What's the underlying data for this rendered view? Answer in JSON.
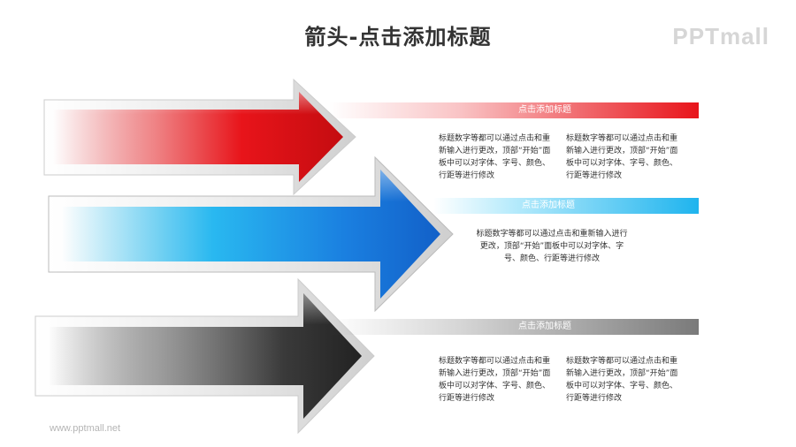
{
  "header": {
    "title": "箭头-点击添加标题",
    "logo": "PPTmall"
  },
  "footer": {
    "url": "www.pptmall.net"
  },
  "colors": {
    "red": "#e8141a",
    "blue": "#1a7fe0",
    "gray": "#333333"
  },
  "rows": [
    {
      "color_name": "red",
      "title": "点击添加标题",
      "texts": [
        "标题数字等都可以通过点击和重新输入进行更改，顶部“开始”面板中可以对字体、字号、颜色、行距等进行修改",
        "标题数字等都可以通过点击和重新输入进行更改，顶部“开始”面板中可以对字体、字号、颜色、行距等进行修改"
      ]
    },
    {
      "color_name": "blue",
      "title": "点击添加标题",
      "texts": [
        "标题数字等都可以通过点击和重新输入进行更改，顶部“开始”面板中可以对字体、字号、颜色、行距等进行修改"
      ]
    },
    {
      "color_name": "gray",
      "title": "点击添加标题",
      "texts": [
        "标题数字等都可以通过点击和重新输入进行更改，顶部“开始”面板中可以对字体、字号、颜色、行距等进行修改",
        "标题数字等都可以通过点击和重新输入进行更改，顶部“开始”面板中可以对字体、字号、颜色、行距等进行修改"
      ]
    }
  ]
}
